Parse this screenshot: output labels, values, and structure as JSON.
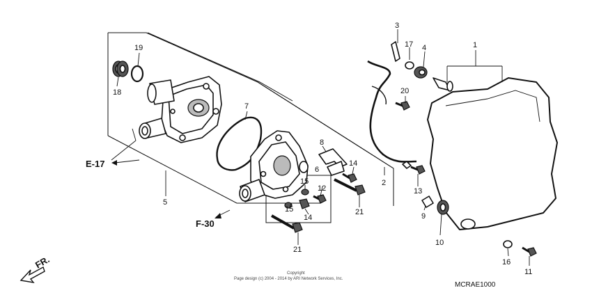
{
  "callouts": {
    "c1": "1",
    "c2": "2",
    "c3": "3",
    "c4": "4",
    "c5": "5",
    "c6": "6",
    "c7": "7",
    "c8": "8",
    "c9": "9",
    "c10": "10",
    "c11": "11",
    "c12": "12",
    "c13": "13",
    "c14a": "14",
    "c14b": "14",
    "c15a": "15",
    "c15b": "15",
    "c16": "16",
    "c17": "17",
    "c18": "18",
    "c19": "19",
    "c20": "20",
    "c21a": "21",
    "c21b": "21"
  },
  "refs": {
    "e17": "E-17",
    "f30": "F-30",
    "fr": "FR."
  },
  "footer": {
    "copyright": "Copyright",
    "notice": "Page design (c) 2004 - 2014 by ARI Network Services, Inc.",
    "diagram_code": "MCRAE1000"
  }
}
